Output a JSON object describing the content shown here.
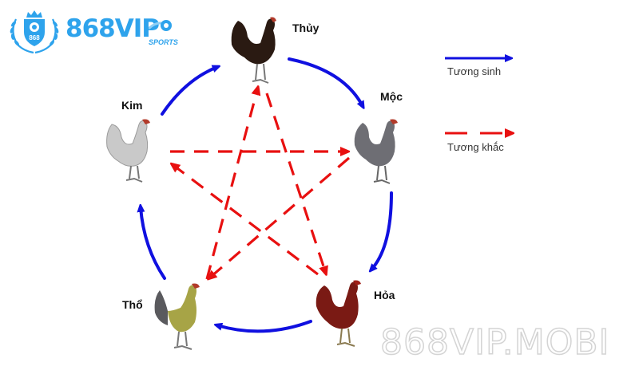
{
  "logo": {
    "brand": "868VIP",
    "sub": "SPORTS",
    "badge_number": "868",
    "color": "#2ea3ec"
  },
  "watermark": {
    "text": "868VIP.MOBI"
  },
  "elements": [
    {
      "id": "thuy",
      "label": "Thủy",
      "rooster_color": "#2a1a12"
    },
    {
      "id": "moc",
      "label": "Mộc",
      "rooster_color": "#6e6e74"
    },
    {
      "id": "hoa",
      "label": "Hỏa",
      "rooster_color": "#7a1a14"
    },
    {
      "id": "tho",
      "label": "Thổ",
      "rooster_color": "#a7a446"
    },
    {
      "id": "kim",
      "label": "Kim",
      "rooster_color": "#c9c9c9"
    }
  ],
  "legend": {
    "generating": {
      "label": "Tương sinh",
      "color": "#1010e0",
      "style": "solid"
    },
    "overcoming": {
      "label": "Tương khắc",
      "color": "#e81010",
      "style": "dashed"
    }
  },
  "relations": {
    "generating": [
      [
        "Kim",
        "Thủy"
      ],
      [
        "Thủy",
        "Mộc"
      ],
      [
        "Mộc",
        "Hỏa"
      ],
      [
        "Hỏa",
        "Thổ"
      ],
      [
        "Thổ",
        "Kim"
      ]
    ],
    "overcoming": [
      [
        "Kim",
        "Mộc"
      ],
      [
        "Mộc",
        "Thổ"
      ],
      [
        "Thổ",
        "Thủy"
      ],
      [
        "Thủy",
        "Hỏa"
      ],
      [
        "Hỏa",
        "Kim"
      ]
    ]
  }
}
